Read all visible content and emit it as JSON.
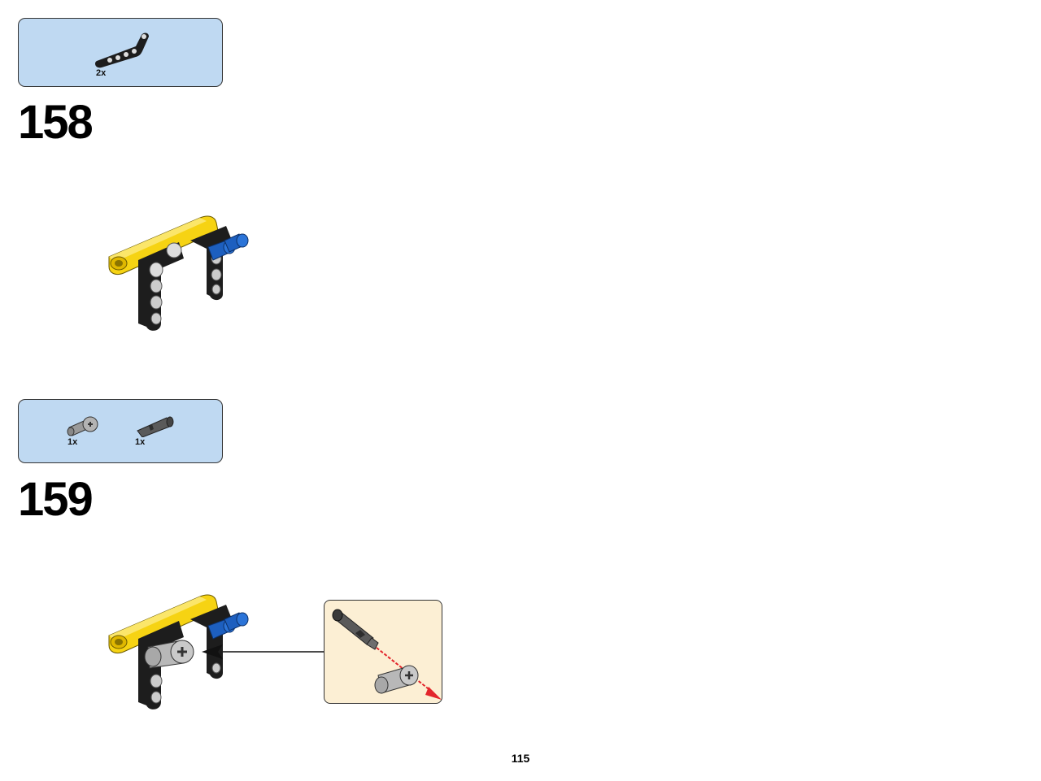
{
  "steps": [
    {
      "number": "158",
      "parts": [
        {
          "quantity": "2x",
          "icon": "black-angled-beam-icon"
        }
      ]
    },
    {
      "number": "159",
      "parts": [
        {
          "quantity": "1x",
          "icon": "axle-connector-icon"
        },
        {
          "quantity": "1x",
          "icon": "black-pin-with-axle-icon"
        }
      ]
    }
  ],
  "page": {
    "number": "115"
  },
  "colors": {
    "parts_box": "#bfd9f2",
    "callout_box": "#fcefd4",
    "yellow_beam": "#f6d313",
    "blue_pin": "#1d5fbf",
    "arrow_red": "#e3262c"
  }
}
